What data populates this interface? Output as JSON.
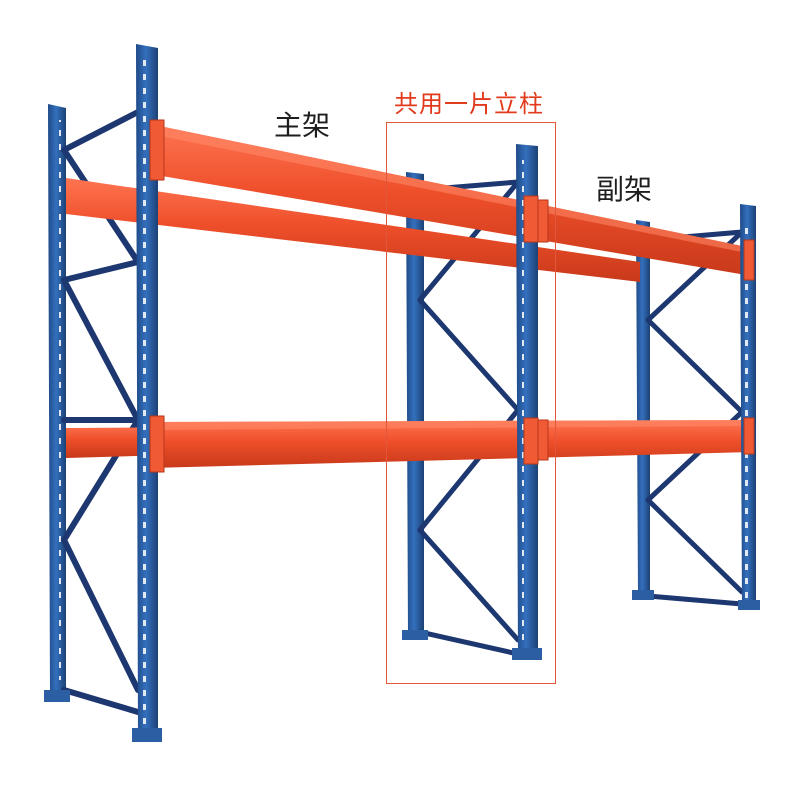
{
  "labels": {
    "main_frame": "主架",
    "sub_frame": "副架",
    "shared_upright": "共用一片立柱"
  },
  "colors": {
    "upright_blue": "#2b5ea3",
    "brace_navy": "#1d3770",
    "beam_orange": "#ee4f2a",
    "callout_red": "#e23a1c"
  }
}
